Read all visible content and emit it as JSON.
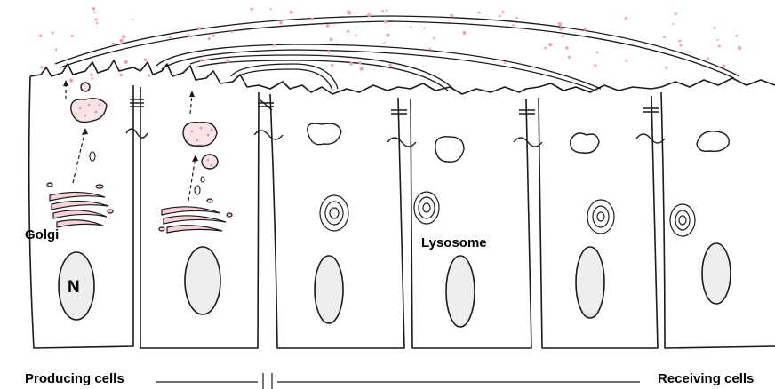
{
  "labels": {
    "golgi": "Golgi",
    "nucleus": "N",
    "lysosome": "Lysosome",
    "producing_cells": "Producing cells",
    "receiving_cells": "Receiving cells"
  },
  "colors": {
    "outline": "#1a1a1a",
    "particles": "#f2a0ae",
    "nucleus_fill": "#eeeeee",
    "background": "#ffffff"
  },
  "cells": {
    "producing_count": 2,
    "receiving_count": 4
  }
}
